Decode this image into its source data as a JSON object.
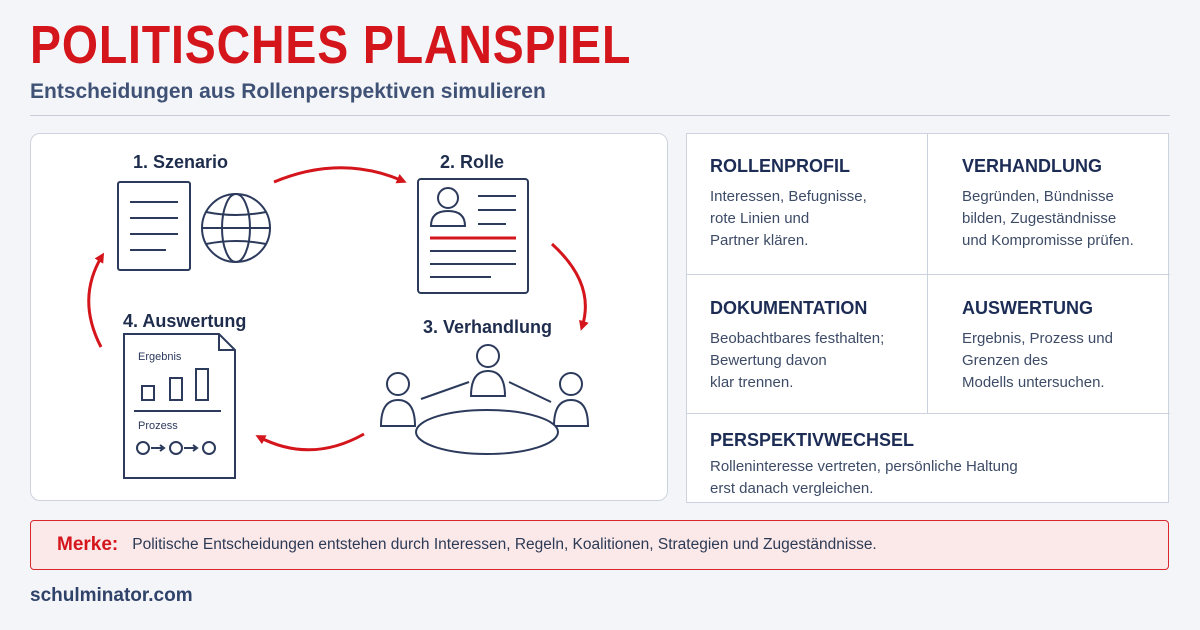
{
  "header": {
    "title": "POLITISCHES PLANSPIEL",
    "subtitle": "Entscheidungen aus Rollenperspektiven simulieren"
  },
  "cycle": {
    "steps": [
      {
        "label": "1. Szenario",
        "icons": [
          "document-icon",
          "globe-icon"
        ]
      },
      {
        "label": "2. Rolle",
        "icons": [
          "profile-card-icon"
        ]
      },
      {
        "label": "3. Verhandlung",
        "icons": [
          "round-table-icon"
        ]
      },
      {
        "label": "4. Auswertung",
        "icons": [
          "evaluation-sheet-icon"
        ]
      }
    ],
    "evaluation_sheet": {
      "result_label": "Ergebnis",
      "process_label": "Prozess"
    },
    "arrow_color": "#d4151c",
    "icon_color": "#2c3a5c"
  },
  "grid": {
    "cells": [
      {
        "title": "ROLLENPROFIL",
        "text": "Interessen, Befugnisse,\nrote Linien und\nPartner klären."
      },
      {
        "title": "VERHANDLUNG",
        "text": "Begründen, Bündnisse\nbilden, Zugeständnisse\nund Kompromisse prüfen."
      },
      {
        "title": "DOKUMENTATION",
        "text": "Beobachtbares festhalten;\nBewertung davon\nklar trennen."
      },
      {
        "title": "AUSWERTUNG",
        "text": "Ergebnis, Prozess und\nGrenzen des\nModells untersuchen."
      },
      {
        "title": "PERSPEKTIVWECHSEL",
        "text": "Rolleninteresse vertreten, persönliche Haltung\nerst danach vergleichen."
      }
    ]
  },
  "merke": {
    "label": "Merke:",
    "text": "Politische Entscheidungen entstehen durch Interessen, Regeln, Koalitionen, Strategien und Zugeständnisse."
  },
  "footer": {
    "site": "schulminator.com"
  },
  "colors": {
    "accent_red": "#d4151c",
    "navy": "#1f2d4d",
    "background": "#f4f5f8"
  }
}
